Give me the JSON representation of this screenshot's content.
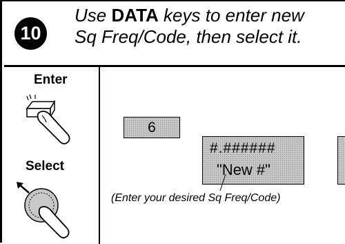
{
  "step": {
    "number": "10"
  },
  "instruction": {
    "line1_pre": "Use ",
    "line1_bold": "DATA",
    "line1_post": " keys to enter new",
    "line2": "Sq Freq/Code, then select it."
  },
  "controls": {
    "enter_label": "Enter",
    "select_label": "Select"
  },
  "display": {
    "key_value": "6",
    "field_line1": "#.######",
    "field_line2": "\"New #\""
  },
  "note": "(Enter your desired Sq Freq/Code)",
  "icons": [
    "enter-key-press-icon",
    "select-knob-turn-icon"
  ]
}
